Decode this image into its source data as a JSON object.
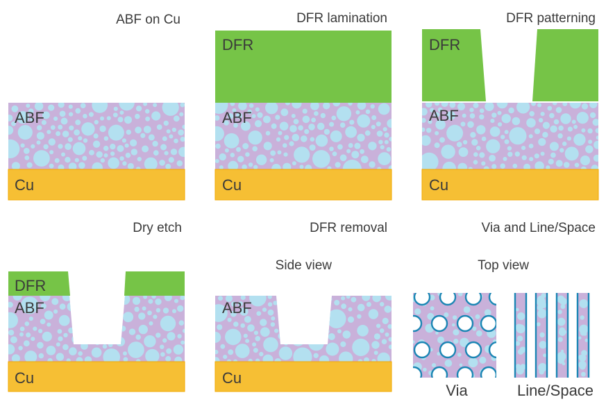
{
  "colors": {
    "abf": "#c9b1da",
    "filler": "#b3e0f0",
    "cu": "#f6bf34",
    "cu_edge": "#f2a900",
    "dfr": "#76c447",
    "via_ring": "#1b86b4",
    "text": "#3a3a3a"
  },
  "panels": {
    "abf_on_cu": {
      "title": "ABF on Cu",
      "abf": "ABF",
      "cu": "Cu"
    },
    "dfr_lamination": {
      "title": "DFR lamination",
      "dfr": "DFR",
      "abf": "ABF",
      "cu": "Cu"
    },
    "dfr_patterning": {
      "title": "DFR patterning",
      "dfr": "DFR",
      "abf": "ABF",
      "cu": "Cu"
    },
    "dry_etch": {
      "title": "Dry etch",
      "dfr": "DFR",
      "abf": "ABF",
      "cu": "Cu"
    },
    "dfr_removal": {
      "title": "DFR removal",
      "subtitle": "Side view",
      "abf": "ABF",
      "cu": "Cu"
    },
    "via_line_space": {
      "title": "Via and Line/Space",
      "subtitle": "Top view",
      "via": "Via",
      "line_space": "Line/Space"
    }
  }
}
